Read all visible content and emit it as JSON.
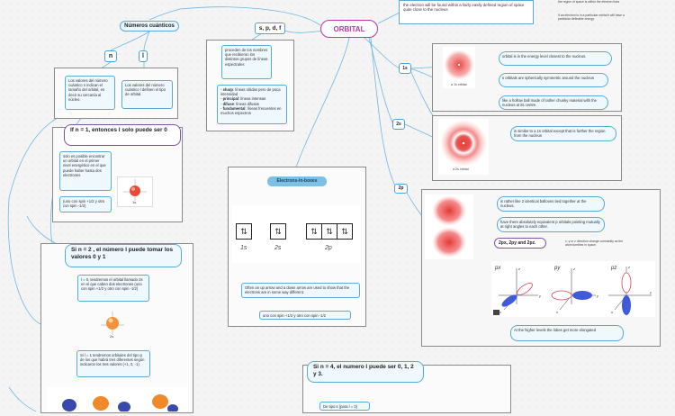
{
  "central": {
    "label": "ORBITAL"
  },
  "top_right": {
    "definition": "the electron will be found within a fairly easily defined region of space quite close to the nucleus",
    "note_a": "the region of space is within the electron lives",
    "note_b": "If an electron is in a particular orbital it will have a particular definable energy."
  },
  "numeros": {
    "title": "Números cuánticos",
    "n": "n",
    "l": "l",
    "n_desc": "Los valores del número cuántico n indican el tamaño del orbital, es decir su cercanía al núcleo.",
    "l_desc": "Los valores del número cuántico l definen el tipo de orbital."
  },
  "spdf": {
    "title": "s, p, d, f",
    "proceden": "proceden de los nombres que recibieron los distintos grupos de líneas espectrales",
    "lines": [
      {
        "bold": "sharp",
        "rest": ": líneas nítidas pero de poca intensidad"
      },
      {
        "bold": "principal",
        "rest": ": líneas intensas"
      },
      {
        "bold": "difuse",
        "rest": ": líneas difusas"
      },
      {
        "bold": "fundamental",
        "rest": ": líneas frecuentes en muchos espectros"
      }
    ]
  },
  "n1": {
    "title": "If n = 1,  entonces l solo puede ser 0",
    "desc": "solo es posible encontrar un orbital en el primer nivel energético en el que puede haber hasta dos electrones",
    "spin": "(uno con spin +1/2 y otro con spin -1/2)",
    "img_label": "1s"
  },
  "n2": {
    "title": "Si n = 2 , el número l puede tomar los valores 0 y 1",
    "l0": "l = 0, tendremos el orbital llamado 2s en el que caben dos electrones (uno con spin +1/2 y otro con spin -1/2)",
    "img_label": "2s",
    "l1": "Si l = 1 tendremos orbitales del tipo p de los que habrá tres diferentes según indicaron los tres valores (+1, 0, -1)"
  },
  "n4": {
    "title": "Si n = 4, el numero l puede ser 0, 1, 2 y 3.",
    "tipo_s": "De tipo s (para l = 0)"
  },
  "eib": {
    "title": "Electrons-in-boxes",
    "labels": [
      "1s",
      "2s",
      "2p"
    ],
    "note": "Often an up arrow and a down arrow are used to show that the electrons are in some way different.",
    "spin": "uno con spin +1/2 y otro con spin -1/2"
  },
  "s1": {
    "tag": "1s",
    "img_label": "a 1s orbital",
    "notes": [
      "orbital is in the energy level closest to the nucleus.",
      "s orbitals are spherically symmetric around the nucleus",
      "like a hollow ball made of rather chunky material with the nucleus at its centre."
    ]
  },
  "s2": {
    "tag": "2s",
    "img_label": "a 2s orbital",
    "note": "is similar to a 1s orbital except that is further the region from the nucleus"
  },
  "p2": {
    "tag": "2p",
    "notes": [
      "is rather like 2 identical balloons tied together at the nucleus.",
      "have there absolutely equivalent p orbitals pointing mutually at right angles to each other."
    ],
    "pxyz": "2px, 2py and 2pz.",
    "side_note": "x, y or z direction change constantly as the atom tumbles in space.",
    "axis_titles": [
      "px",
      "py",
      "pz"
    ],
    "axes": [
      "x",
      "y",
      "z"
    ],
    "elongated": "At the higher levels the lobes get more elongated"
  }
}
